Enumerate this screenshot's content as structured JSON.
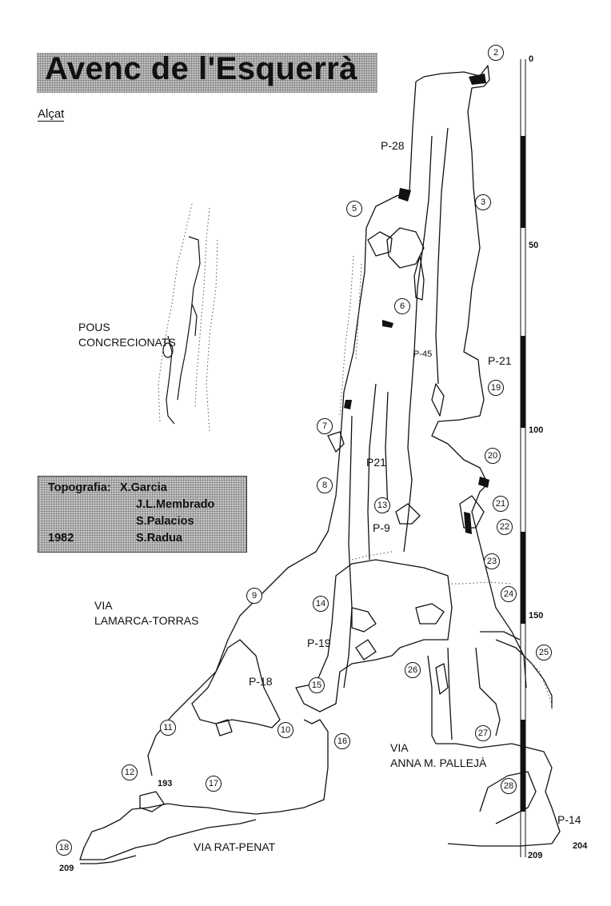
{
  "title": "Avenc de l'Esquerrà",
  "subtitle": "Alçat",
  "labels": {
    "pous": "POUS",
    "concrecionats": "CONCRECIONATS",
    "via_lamarca_1": "VIA",
    "via_lamarca_2": "LAMARCA-TORRAS",
    "via_anna_1": "VIA",
    "via_anna_2": "ANNA  M. PALLEJÀ",
    "via_ratpenat": "VIA  RAT-PENAT"
  },
  "pitches": [
    "P-28",
    "P-45",
    "P-21",
    "P21",
    "P-9",
    "P-19",
    "P-18",
    "P-14"
  ],
  "credits": {
    "label": "Topografia:",
    "names": [
      "X.Garcia",
      "J.L.Membrado",
      "S.Palacios",
      "S.Radua"
    ],
    "year": "1982"
  },
  "scale": {
    "ticks": [
      "0",
      "50",
      "100",
      "150"
    ],
    "bottom": "209"
  },
  "depths": [
    "193",
    "209",
    "204"
  ],
  "stations": [
    "2",
    "3",
    "5",
    "6",
    "7",
    "8",
    "9",
    "10",
    "11",
    "12",
    "13",
    "14",
    "15",
    "16",
    "17",
    "18",
    "19",
    "20",
    "21",
    "22",
    "23",
    "24",
    "25",
    "26",
    "27",
    "28"
  ]
}
